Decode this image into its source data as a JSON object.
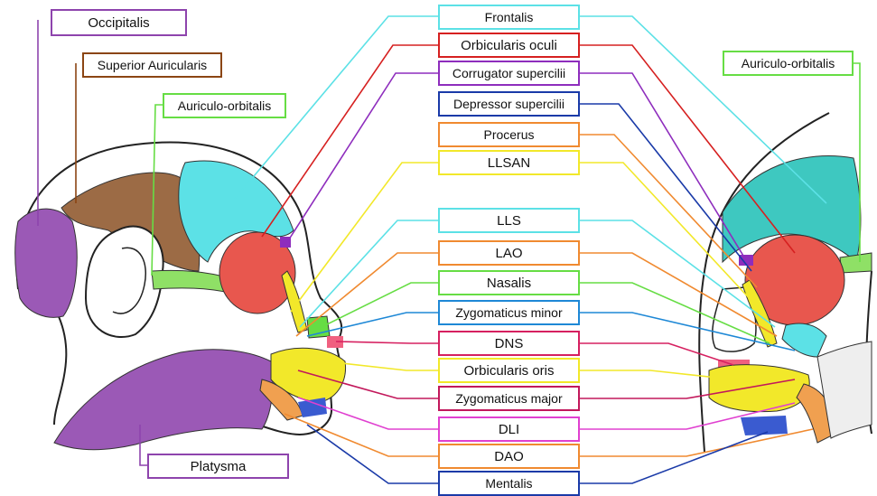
{
  "left_labels": {
    "occipitalis": {
      "text": "Occipitalis",
      "color": "#8e44ad"
    },
    "superior_auricularis": {
      "text": "Superior Auricularis",
      "color": "#8b4513"
    },
    "auriculo_orbitalis": {
      "text": "Auriculo-orbitalis",
      "color": "#66dd44"
    },
    "platysma": {
      "text": "Platysma",
      "color": "#8e44ad"
    }
  },
  "right_labels": {
    "auriculo_orbitalis": {
      "text": "Auriculo-orbitalis",
      "color": "#66dd44"
    }
  },
  "center_labels": [
    {
      "text": "Frontalis",
      "color": "#5ce1e6"
    },
    {
      "text": "Orbicularis oculi",
      "color": "#d62020"
    },
    {
      "text": "Corrugator supercilii",
      "color": "#8e2dbd"
    },
    {
      "text": "Depressor supercilii",
      "color": "#1a3aa8"
    },
    {
      "text": "Procerus",
      "color": "#f08a30"
    },
    {
      "text": "LLSAN",
      "color": "#f2e82a"
    },
    {
      "text": "LLS",
      "color": "#5ce1e6"
    },
    {
      "text": "LAO",
      "color": "#f08a30"
    },
    {
      "text": "Nasalis",
      "color": "#66dd44"
    },
    {
      "text": "Zygomaticus minor",
      "color": "#1e88d6"
    },
    {
      "text": "DNS",
      "color": "#d62060"
    },
    {
      "text": "Orbicularis oris",
      "color": "#f2e82a"
    },
    {
      "text": "Zygomaticus major",
      "color": "#c2185b"
    },
    {
      "text": "DLI",
      "color": "#e040d0"
    },
    {
      "text": "DAO",
      "color": "#f08a30"
    },
    {
      "text": "Mentalis",
      "color": "#1a3aa8"
    }
  ],
  "colors": {
    "line": "#111111",
    "skin_outline": "#222222"
  }
}
